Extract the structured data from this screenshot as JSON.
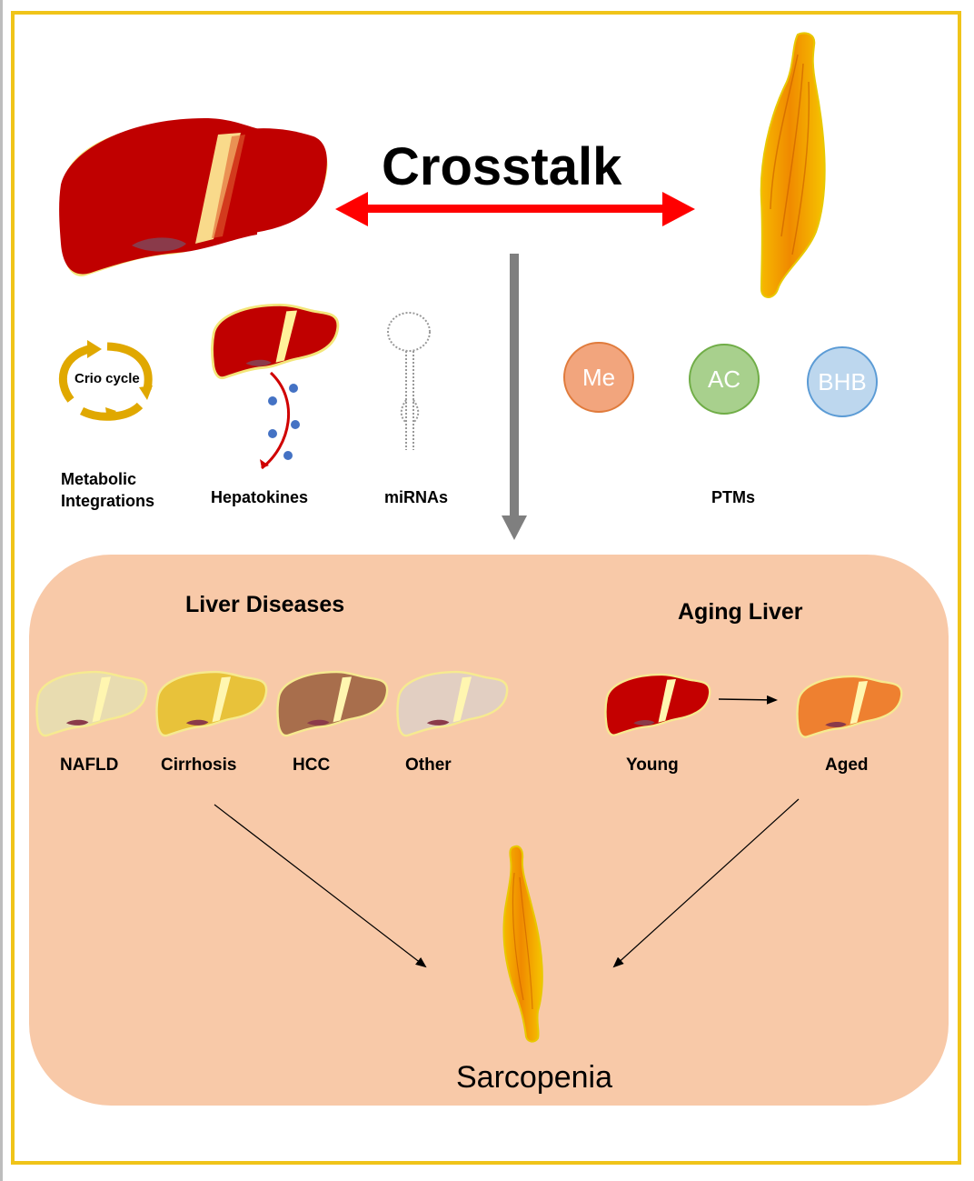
{
  "title": "Crosstalk",
  "mechanisms": {
    "cycle_label": "Crio cycle",
    "metabolic_label": "Metabolic\nIntegrations",
    "hepatokines_label": "Hepatokines",
    "mirnas_label": "miRNAs",
    "ptms_label": "PTMs",
    "ptm_circles": [
      {
        "label": "Me",
        "fill": "#f2a57d",
        "stroke": "#e07b3c"
      },
      {
        "label": "AC",
        "fill": "#a8d08d",
        "stroke": "#70ad47"
      },
      {
        "label": "BHB",
        "fill": "#bdd7ee",
        "stroke": "#5b9bd5"
      }
    ]
  },
  "liver_diseases": {
    "heading": "Liver Diseases",
    "items": [
      {
        "label": "NAFLD",
        "color": "#e8dcb0"
      },
      {
        "label": "Cirrhosis",
        "color": "#e8c23a"
      },
      {
        "label": "HCC",
        "color": "#a86e4c"
      },
      {
        "label": "Other",
        "color": "#e2cfc2"
      }
    ]
  },
  "aging_liver": {
    "heading": "Aging Liver",
    "young_label": "Young",
    "aged_label": "Aged",
    "young_color": "#c40000",
    "aged_color": "#ee8030"
  },
  "outcome_label": "Sarcopenia",
  "colors": {
    "frame": "#f0c419",
    "panel": "#f8c9a8",
    "liver": "#c00000",
    "muscle": "#f08a00",
    "crosstalk_arrow": "#ff0000",
    "down_arrow": "#7f7f7f",
    "cycle_arrow": "#e0a800"
  }
}
